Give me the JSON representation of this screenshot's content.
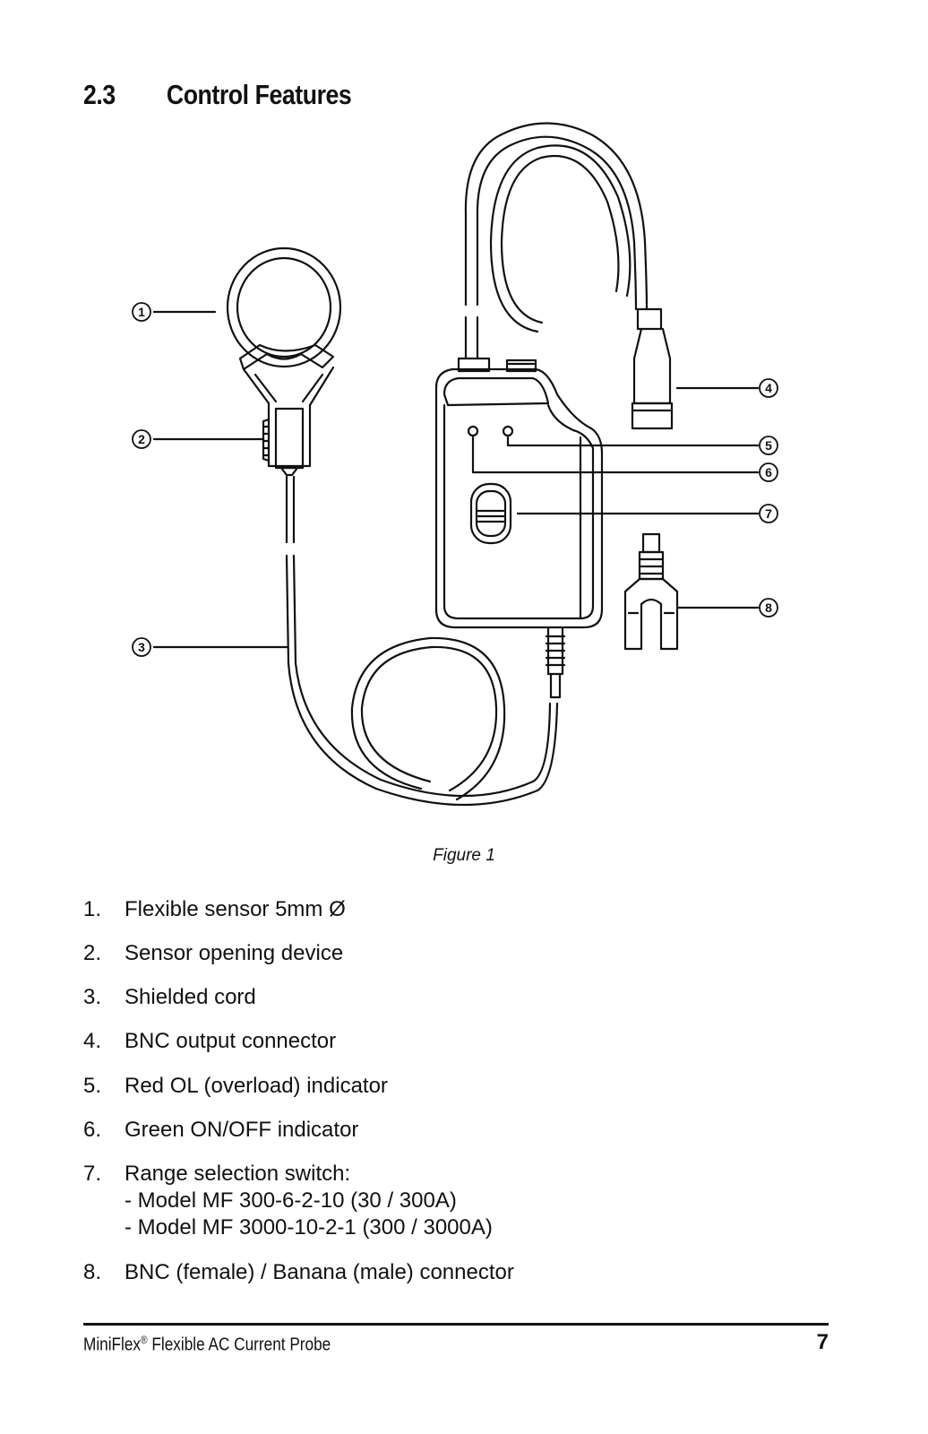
{
  "section": {
    "number": "2.3",
    "title": "Control Features"
  },
  "figure": {
    "caption": "Figure 1",
    "callouts": [
      "1",
      "2",
      "3",
      "4",
      "5",
      "6",
      "7",
      "8"
    ]
  },
  "items": [
    {
      "n": "1.",
      "text": "Flexible sensor 5mm Ø"
    },
    {
      "n": "2.",
      "text": "Sensor opening device"
    },
    {
      "n": "3.",
      "text": "Shielded cord"
    },
    {
      "n": "4.",
      "text": "BNC output connector"
    },
    {
      "n": "5.",
      "text": "Red OL (overload) indicator"
    },
    {
      "n": "6.",
      "text": "Green ON/OFF indicator"
    },
    {
      "n": "7.",
      "text": "Range selection switch:"
    },
    {
      "n": "8.",
      "text": "BNC (female) / Banana (male) connector"
    }
  ],
  "item7_sub": [
    "-  Model MF 300-6-2-10 (30 / 300A)",
    "-  Model MF 3000-10-2-1 (300 / 3000A)"
  ],
  "footer": {
    "product": "MiniFlex",
    "reg": "®",
    "rest": " Flexible AC Current Probe",
    "page": "7"
  }
}
